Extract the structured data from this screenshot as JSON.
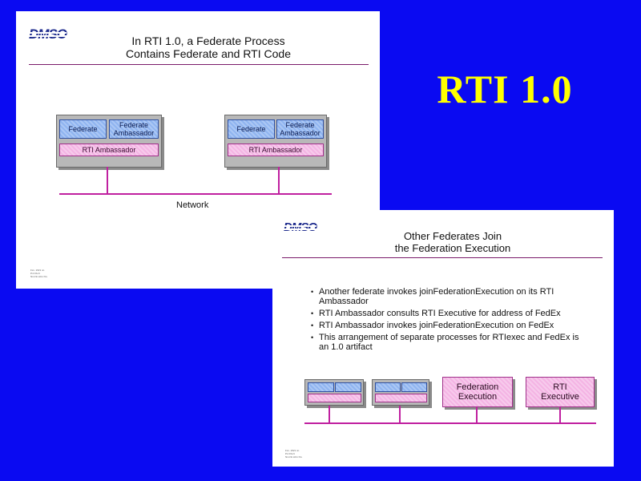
{
  "title": "RTI 1.0",
  "slide1": {
    "logo": "DMSO",
    "heading_line1": "In RTI 1.0, a Federate Process",
    "heading_line2": "Contains Federate and RTI Code",
    "process_left": {
      "federate": "Federate",
      "ambassador_line1": "Federate",
      "ambassador_line2": "Ambassador",
      "rti_ambassador": "RTI Ambassador"
    },
    "process_right": {
      "federate": "Federate",
      "ambassador_line1": "Federate",
      "ambassador_line2": "Ambassador",
      "rti_ambassador": "RTI Ambassador"
    },
    "network": "Network",
    "footnote": [
      "Fxx. 1/6/1 nn",
      "P.2 Fb-N",
      "Nm.Nn ACn Nn."
    ]
  },
  "slide2": {
    "logo": "DMSO",
    "heading_line1": "Other Federates Join",
    "heading_line2": "the Federation Execution",
    "bullets": [
      "Another federate invokes joinFederationExecution on its RTI Ambassador",
      "RTI Ambassador consults RTI Executive for address of FedEx",
      "RTI Ambassador invokes joinFederationExecution on FedEx",
      "This arrangement of separate processes for RTIexec and FedEx is an 1.0 artifact"
    ],
    "fedex_line1": "Federation",
    "fedex_line2": "Execution",
    "rtiexec_line1": "RTI",
    "rtiexec_line2": "Executive",
    "footnote": [
      "Fxx. 1/6/1 nn",
      "P.2 Fb-N",
      "Nm.Nn ACn Nn."
    ]
  },
  "colors": {
    "background": "#0a0af2",
    "title": "#ffff00",
    "accent_pink": "#c020a0",
    "accent_blue": "#8fb4f0"
  }
}
